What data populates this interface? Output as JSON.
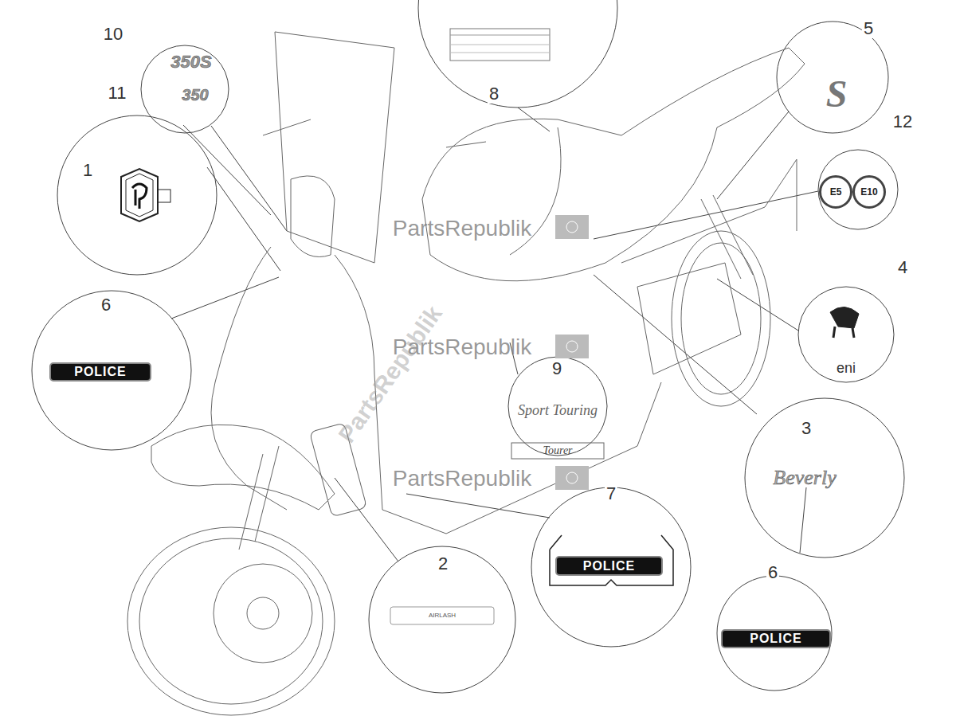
{
  "diagram": {
    "nodes": [
      {
        "text": [
          "E5"
        ]
      },
      {
        "text": [
          "E10"
        ]
      },
      {
        "text": [
          "POLICE"
        ]
      },
      {
        "text": [
          "POLICE"
        ]
      },
      {
        "text": [
          "POLICE"
        ]
      }
    ],
    "labels": [
      "10",
      "350S",
      "11",
      "350",
      "8",
      "5",
      "S",
      "12",
      "1",
      "4",
      "eni",
      "6",
      "PartsRepublik",
      "PartsRepublik",
      "PartsRepublik",
      "PartsRepublik",
      "9",
      "Sport Touring",
      "Tourer",
      "3",
      "Beverly",
      "7",
      "2",
      "AIRLASH",
      "6"
    ]
  }
}
